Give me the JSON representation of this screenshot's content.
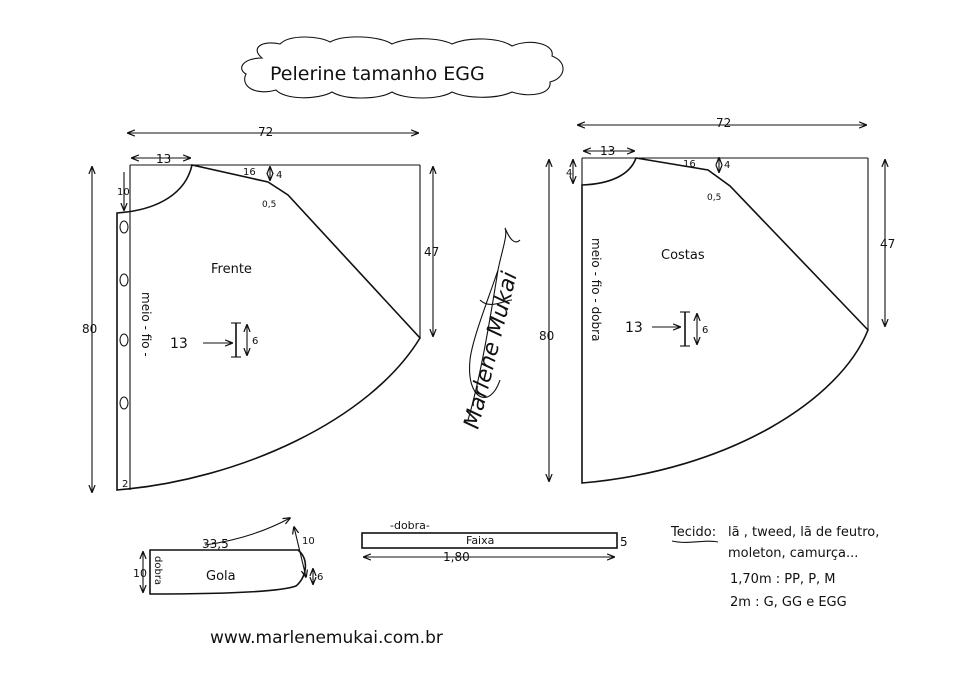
{
  "title": "Pelerine tamanho EGG",
  "front": {
    "label": "Frente",
    "width": "72",
    "height": "80",
    "neck_width": "13",
    "neck_depth": "10",
    "shoulder": "16",
    "shoulder_drop": "4",
    "shoulder_extra": "0,5",
    "side_height": "47",
    "fold_label": "meio - fio -",
    "buttonhole_pos": "13",
    "buttonhole_size": "6",
    "hem_offset": "2"
  },
  "back": {
    "label": "Costas",
    "width": "72",
    "height": "80",
    "neck_width": "13",
    "neck_depth": "4",
    "shoulder": "16",
    "shoulder_drop": "4",
    "shoulder_extra": "0,5",
    "side_height": "47",
    "fold_label": "meio - fio - dobra",
    "mark_pos": "13",
    "mark_size": "6"
  },
  "collar": {
    "label": "Gola",
    "fold": "dobra",
    "length": "33,5",
    "height": "10",
    "end_height": "10",
    "tip": "6"
  },
  "band": {
    "label": "Faixa",
    "fold": "-dobra-",
    "length": "1,80",
    "width": "5"
  },
  "notes": {
    "fabric_label": "Tecido:",
    "fabric_line1": "lã , tweed, lã de feutro,",
    "fabric_line2": "moleton, camurça...",
    "amount1": "1,70m : PP, P, M",
    "amount2": "2m : G, GG e EGG"
  },
  "signature": "Marlene Mukai",
  "website": "www.marlenemukai.com.br"
}
